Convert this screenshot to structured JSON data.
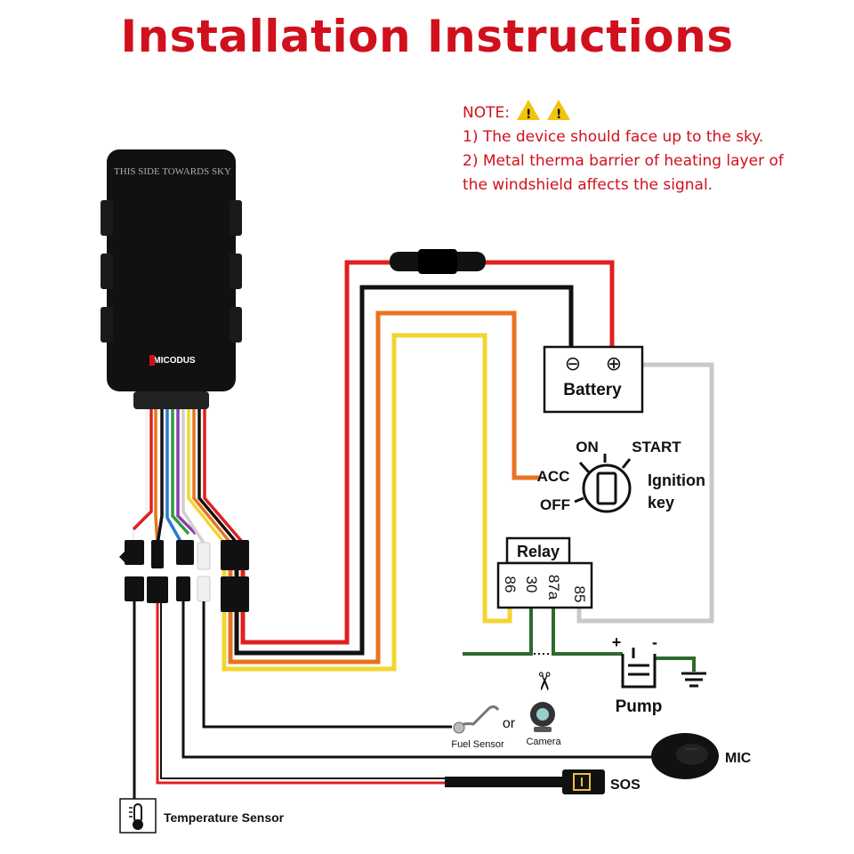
{
  "title": "Installation Instructions",
  "note": {
    "label": "NOTE:",
    "line1": "1) The device should face up to the sky.",
    "line2a": "2) Metal therma barrier of heating layer of",
    "line2b": "the windshield affects the signal."
  },
  "device": {
    "top_text": "THIS SIDE TOWARDS SKY",
    "brand": "MICODUS"
  },
  "battery": {
    "minus": "⊖",
    "plus": "⊕",
    "label": "Battery"
  },
  "ignition": {
    "on": "ON",
    "start": "START",
    "acc": "ACC",
    "off": "OFF",
    "label_line1": "Ignition",
    "label_line2": "key"
  },
  "relay": {
    "label": "Relay",
    "pins": [
      "86",
      "30",
      "87a",
      "85"
    ]
  },
  "pump": {
    "plus": "+",
    "minus": "-",
    "label": "Pump"
  },
  "accessories": {
    "fuel_sensor": "Fuel Sensor",
    "or": "or",
    "camera": "Camera",
    "mic": "MIC",
    "sos": "SOS",
    "temperature_sensor": "Temperature Sensor"
  },
  "colors": {
    "title_red": "#d0101c",
    "wire_red": "#e02020",
    "wire_black": "#111111",
    "wire_orange": "#e8731f",
    "wire_yellow": "#f2d531",
    "wire_green": "#2f6a2f",
    "wire_gray": "#c8c8c8",
    "warning_yellow": "#f1c40f"
  }
}
